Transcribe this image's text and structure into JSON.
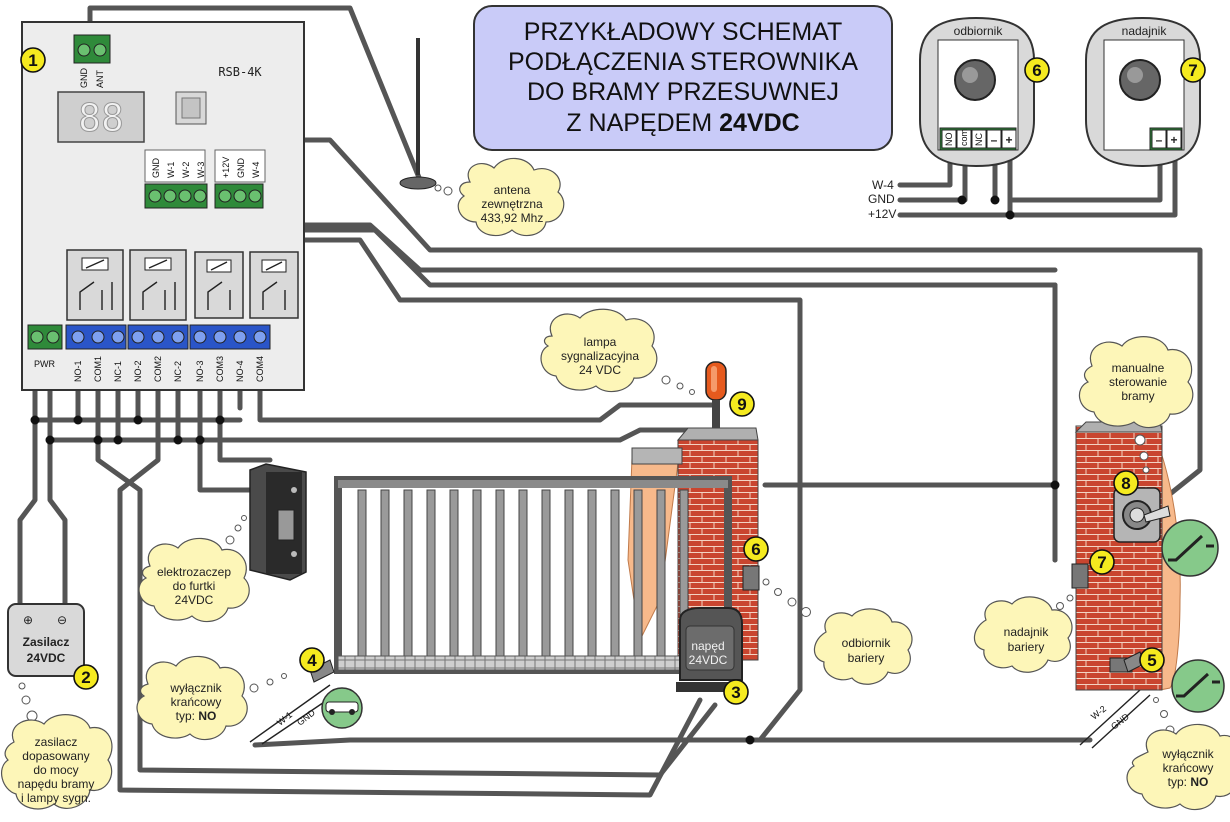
{
  "title": {
    "line1": "PRZYKŁADOWY SCHEMAT",
    "line2": "PODŁĄCZENIA STEROWNIKA",
    "line3": "DO BRAMY PRZESUWNEJ",
    "line4a": "Z NAPĘDEM ",
    "line4b": "24VDC"
  },
  "controller": {
    "model": "RSB-4K",
    "display": "88",
    "ant_terminals": [
      "GND",
      "ANT"
    ],
    "input_terminals": [
      "GND",
      "W-1",
      "W-2",
      "W-3"
    ],
    "aux_terminals": [
      "+12V",
      "GND",
      "W-4"
    ],
    "pwr_label": "PWR",
    "relay_terminals": [
      "NO-1",
      "COM1",
      "NC-1",
      "NO-2",
      "COM2",
      "NC-2",
      "NO-3",
      "COM3",
      "NO-4",
      "COM4"
    ]
  },
  "badges": [
    "1",
    "2",
    "3",
    "4",
    "5",
    "6",
    "7",
    "8",
    "9",
    "6",
    "7"
  ],
  "antenna": {
    "l1": "antena",
    "l2": "zewnętrzna",
    "l3": "433,92 Mhz"
  },
  "receiver": {
    "title": "odbiornik",
    "terms": [
      "NO",
      "com",
      "NC",
      "–",
      "+"
    ]
  },
  "transmitter": {
    "title": "nadajnik",
    "terms": [
      "–",
      "+"
    ]
  },
  "bus": {
    "w4": "W-4",
    "gnd": "GND",
    "v12": "+12V"
  },
  "lamp": {
    "l1": "lampa",
    "l2": "sygnalizacyjna",
    "l3": "24 VDC"
  },
  "manual": {
    "l1": "manualne",
    "l2": "sterowanie",
    "l3": "bramy"
  },
  "strike": {
    "l1": "elektrozaczep",
    "l2": "do furtki",
    "l3": "24VDC"
  },
  "psu": {
    "plus": "⊕",
    "minus": "⊖",
    "l1": "Zasilacz",
    "l2": "24VDC"
  },
  "psu_note": {
    "l1": "zasilacz",
    "l2": "dopasowany",
    "l3": "do mocy",
    "l4": "napędu bramy",
    "l5": "i lampy sygn."
  },
  "motor": {
    "l1": "napęd",
    "l2": "24VDC"
  },
  "limit_left": {
    "l1": "wyłącznik",
    "l2": "krańcowy",
    "l3a": "typ: ",
    "l3b": "NO"
  },
  "limit_right": {
    "l1": "wyłącznik",
    "l2": "krańcowy",
    "l3a": "typ: ",
    "l3b": "NO"
  },
  "barrier_rx": {
    "l1": "odbiornik",
    "l2": "bariery"
  },
  "barrier_tx": {
    "l1": "nadajnik",
    "l2": "bariery"
  },
  "cable_left": {
    "a": "W-1",
    "b": "GND"
  },
  "cable_right": {
    "a": "W-2",
    "b": "GND"
  },
  "colors": {
    "badge": "#f5ea1f",
    "title_box": "#c9cbf8",
    "bubble": "#fdf6b8",
    "terminal_green": "#2f8a3a",
    "terminal_blue": "#2a55c8",
    "brick": "#c9452f",
    "device_gray": "#d9d9d9"
  }
}
